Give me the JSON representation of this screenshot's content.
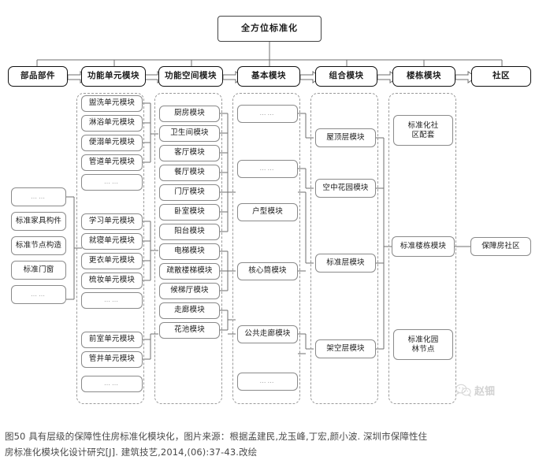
{
  "figure": {
    "root": {
      "label": "全方位标准化"
    },
    "caption_line1": "图50 具有层级的保障性住房标准化模块化，图片来源：根据孟建民,龙玉峰,丁宏,颜小波. 深圳市保障性住",
    "caption_line2": "房标准化模块化设计研究[J]. 建筑技艺,2014,(06):37-43.改绘",
    "watermark": {
      "text": "赵钿",
      "icon": "wechat-icon"
    },
    "colors": {
      "node_border": "#8a8a8a",
      "top_border": "#111111",
      "group_dash": "#9a9a9a",
      "wire": "#6f6f6f",
      "caption": "#4a4a4a",
      "watermark": "#d2d2d2"
    },
    "level_headers": [
      {
        "id": "parts",
        "label": "部品部件"
      },
      {
        "id": "funcunit",
        "label": "功能单元模块"
      },
      {
        "id": "funcspace",
        "label": "功能空间模块"
      },
      {
        "id": "basic",
        "label": "基本模块"
      },
      {
        "id": "combo",
        "label": "组合模块"
      },
      {
        "id": "building",
        "label": "楼栋模块"
      },
      {
        "id": "community",
        "label": "社区"
      }
    ],
    "columns": {
      "parts": {
        "header": "部品部件",
        "items": [
          {
            "label": "……"
          },
          {
            "label": "标准家具构件"
          },
          {
            "label": "标准节点构造"
          },
          {
            "label": "标准门窗"
          },
          {
            "label": "……"
          }
        ]
      },
      "funcunit": {
        "header": "功能单元模块",
        "items": [
          {
            "label": "盥洗单元模块"
          },
          {
            "label": "淋浴单元模块"
          },
          {
            "label": "便溺单元模块"
          },
          {
            "label": "管道单元模块"
          },
          {
            "label": "……"
          },
          {
            "label": "学习单元模块"
          },
          {
            "label": "就寝单元模块"
          },
          {
            "label": "更衣单元模块"
          },
          {
            "label": "梳妆单元模块"
          },
          {
            "label": "……"
          },
          {
            "label": "前室单元模块"
          },
          {
            "label": "管井单元模块"
          },
          {
            "label": "……"
          }
        ]
      },
      "funcspace": {
        "header": "功能空间模块",
        "items": [
          {
            "label": "厨房模块"
          },
          {
            "label": "卫生间模块"
          },
          {
            "label": "客厅模块"
          },
          {
            "label": "餐厅模块"
          },
          {
            "label": "门厅模块"
          },
          {
            "label": "卧室模块"
          },
          {
            "label": "阳台模块"
          },
          {
            "label": "电梯模块"
          },
          {
            "label": "疏散楼梯模块"
          },
          {
            "label": "候梯厅模块"
          },
          {
            "label": "走廊模块"
          },
          {
            "label": "花池模块"
          }
        ]
      },
      "basic": {
        "header": "基本模块",
        "items": [
          {
            "label": "……"
          },
          {
            "label": "……"
          },
          {
            "label": "户型模块"
          },
          {
            "label": "核心筒模块"
          },
          {
            "label": "公共走廊模块"
          },
          {
            "label": "……"
          }
        ]
      },
      "combo": {
        "header": "组合模块",
        "items": [
          {
            "label": "屋顶层模块"
          },
          {
            "label": "空中花园模块"
          },
          {
            "label": "标准层模块"
          },
          {
            "label": "架空层模块"
          }
        ]
      },
      "building": {
        "header": "楼栋模块",
        "items": [
          {
            "label": "标准化社\n区配套"
          },
          {
            "label": "标准楼栋模块"
          },
          {
            "label": "标准化园\n林节点"
          }
        ]
      },
      "community": {
        "header": "社区",
        "items": [
          {
            "label": "保障房社区"
          }
        ]
      }
    }
  }
}
